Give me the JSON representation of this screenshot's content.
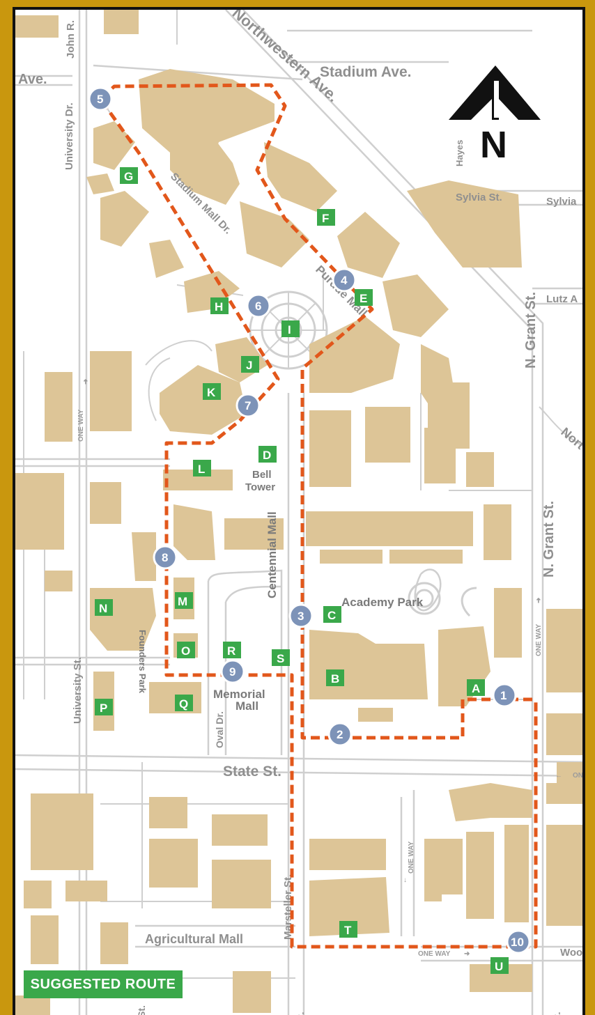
{
  "map": {
    "streets": {
      "northwestern": "Northwestern Ave.",
      "stadium": "Stadium Ave.",
      "ave_left": "Ave.",
      "john_r": "John R.",
      "university_dr": "University Dr.",
      "stadium_mall": "Stadium Mall Dr.",
      "sylvia_1": "Sylvia St.",
      "sylvia_2": "Sylvia",
      "lutz": "Lutz A",
      "hayes": "Hayes",
      "n_grant_1": "N. Grant St.",
      "n_grant_2": "N. Grant St.",
      "north_right": "Nort",
      "purdue_mall": "Purdue Mall",
      "centennial_mall": "Centennial Mall",
      "academy_park": "Academy Park",
      "bell_tower": "Bell Tower",
      "founders_park": "Founders Park",
      "university_st": "University St.",
      "oval_dr": "Oval Dr.",
      "memorial_mall": "Memorial Mall",
      "state_st": "State St.",
      "marsteller": "Marsteller St.",
      "agricultural_mall": "Agricultural Mall",
      "woo": "Woo",
      "bottom_st_1": "St.",
      "bottom_st_2": "t.",
      "bottom_st_3": "t."
    },
    "one_way": "ONE WAY",
    "north_label": "N",
    "locations": [
      "A",
      "B",
      "C",
      "D",
      "E",
      "F",
      "G",
      "H",
      "I",
      "J",
      "K",
      "L",
      "M",
      "N",
      "O",
      "P",
      "Q",
      "R",
      "S",
      "T",
      "U"
    ],
    "stops": [
      "1",
      "2",
      "3",
      "4",
      "5",
      "6",
      "7",
      "8",
      "9",
      "10"
    ],
    "colors": {
      "route": "#e2571b",
      "location": "#3aa84a",
      "stop": "#7d93b8",
      "building": "#ddc597",
      "frame": "#c9970e"
    }
  },
  "legend": {
    "label": "SUGGESTED ROUTE"
  }
}
